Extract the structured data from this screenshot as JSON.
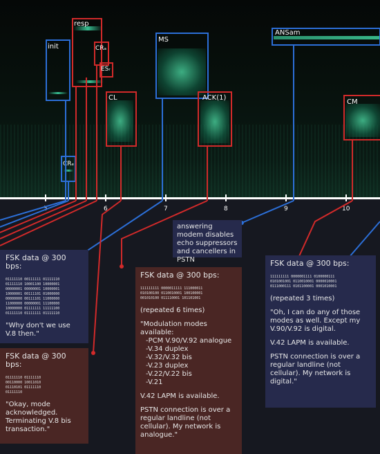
{
  "boxes": {
    "init": "init",
    "resp": "resp",
    "cr_a": "CRₐ",
    "es_r": "ESᵣ",
    "cr_e": "CRₑ",
    "cl": "CL",
    "ms": "MS",
    "ack": "ACK(1)",
    "ansam": "ANSam",
    "cm": "CM"
  },
  "axis": {
    "ticks": [
      "5",
      "6",
      "7",
      "8",
      "9",
      "10"
    ]
  },
  "colors": {
    "blue": "#2c6fd8",
    "red": "#d22a2a",
    "blue_panel": "#262a4c",
    "red_panel": "#4a2624"
  },
  "notes": {
    "answering": "answering modem disables echo suppressors and cancellers in PSTN",
    "left1": {
      "title": "FSK data @ 300 bps:",
      "bits": [
        "01111110 00111111 01111110",
        "01111110 10001100 10000001",
        "00000001 00000001 10000001",
        "10000001 00111101 01000000",
        "00000000 00111101 11000000",
        "11000000 00000001 11100000",
        "10000000 01111111 11111100",
        "01111110 01111111 01111110"
      ],
      "quote": "\"Why don't we use V.8 then.\""
    },
    "left2": {
      "title": "FSK data @ 300 bps:",
      "bits": [
        "01111110 01111110",
        "00110000 10011010",
        "01110101 01111110",
        "01111110"
      ],
      "quote": "\"Okay, mode acknowledged. Terminating V.8 bis transaction.\""
    },
    "mid": {
      "title": "FSK data @ 300 bps:",
      "bits": [
        "111111111 0000011111 111000011",
        "010100100 0110010001 100100001",
        "001010100 011110001 101101001"
      ],
      "repeat": "(repeated 6 times)",
      "modes_intro": "\"Modulation modes available:",
      "modes": [
        "-PCM V.90/V.92 analogue",
        "-V.34 duplex",
        "-V.32/V.32 bis",
        "-V.23 duplex",
        "-V.22/V.22 bis",
        "-V.21"
      ],
      "lapm": "V.42 LAPM is available.",
      "pstn": "PSTN connection is over a regular landline (not cellular). My network is analogue.\""
    },
    "right": {
      "title": "FSK data @ 300 bps:",
      "bits": [
        "111111111 0000001111 0100000111",
        "0101001001 0110010001 0000010001",
        "0111000111 0101100001 0001010001"
      ],
      "repeat": "(repeated 3 times)",
      "quote": "\"Oh, I can do any of those modes as well. Except my V.90/V.92 is digital.",
      "lapm": "V.42 LAPM is available.",
      "pstn": "PSTN connection is over a regular landline (not cellular). My network is digital.\""
    }
  }
}
